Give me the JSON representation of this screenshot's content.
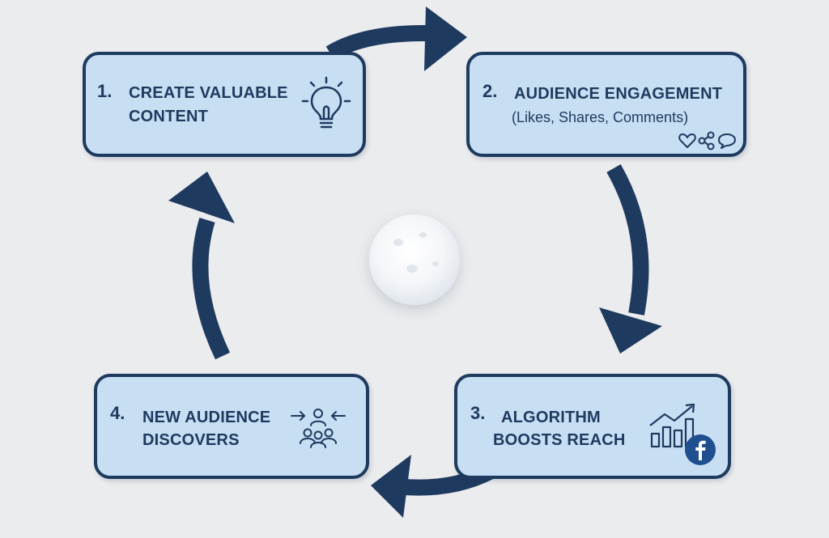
{
  "steps": [
    {
      "number": "1.",
      "title_line1": "CREATE VALUABLE",
      "title_line2": "CONTENT",
      "icon": "lightbulb-icon"
    },
    {
      "number": "2.",
      "title_line1": "AUDIENCE ENGAGEMENT",
      "subtitle": "(Likes, Shares, Comments)",
      "icons": [
        "heart-icon",
        "share-icon",
        "comment-icon"
      ]
    },
    {
      "number": "3.",
      "title_line1": "ALGORITHM",
      "title_line2": "BOOSTS REACH",
      "icons": [
        "growth-chart-icon",
        "facebook-icon"
      ]
    },
    {
      "number": "4.",
      "title_line1": "NEW AUDIENCE",
      "title_line2": "DISCOVERS",
      "icon": "audience-group-icon"
    }
  ],
  "colors": {
    "background": "#ebecee",
    "box_fill": "#c7def3",
    "navy": "#1e3a5f",
    "facebook_blue": "#1f4f8f"
  },
  "center_icon": "sphere-icon"
}
